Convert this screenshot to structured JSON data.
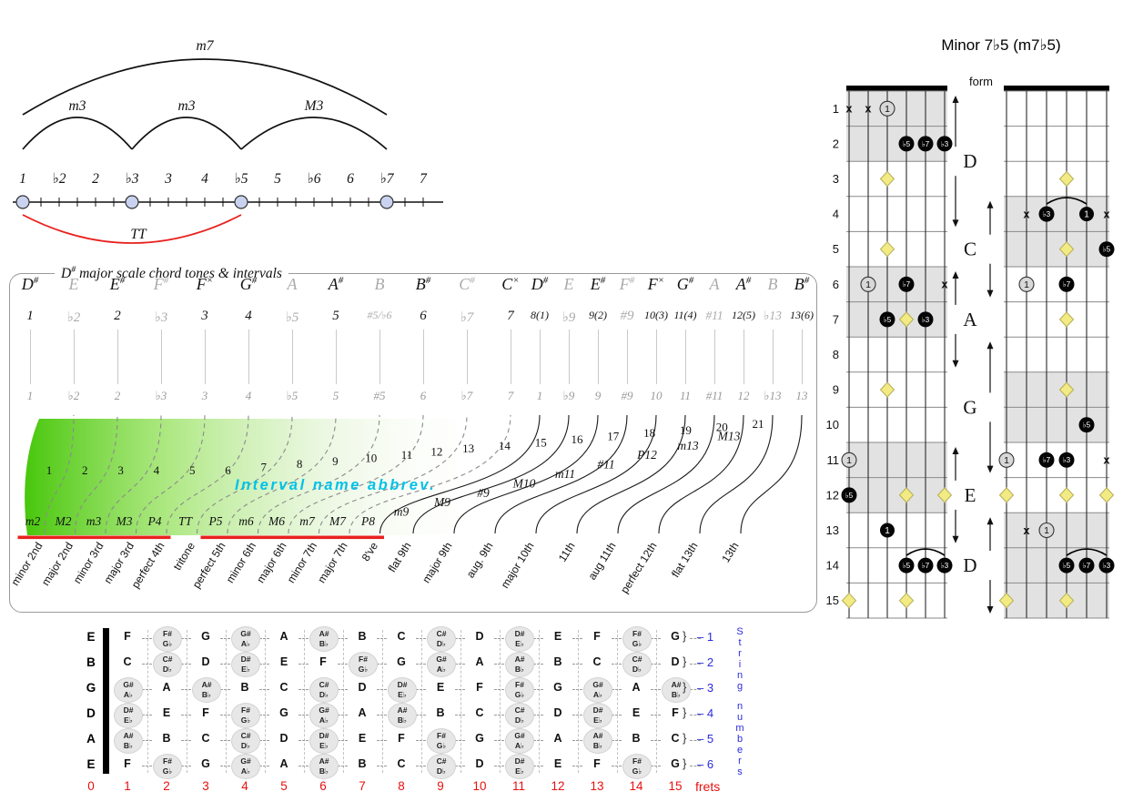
{
  "arc_diagram": {
    "degrees": [
      "1",
      "♭2",
      "2",
      "♭3",
      "3",
      "4",
      "♭5",
      "5",
      "♭6",
      "6",
      "♭7",
      "7"
    ],
    "chord_tones": [
      0,
      3,
      6,
      10
    ],
    "arcs": [
      {
        "label": "m7",
        "from": 0,
        "to": 10,
        "size": "large"
      },
      {
        "label": "m3",
        "from": 0,
        "to": 3,
        "size": "small"
      },
      {
        "label": "m3",
        "from": 3,
        "to": 6,
        "size": "small"
      },
      {
        "label": "M3",
        "from": 6,
        "to": 10,
        "size": "small"
      }
    ],
    "bottom_arc": {
      "label": "TT",
      "from": 0,
      "to": 6,
      "color": "#e8211d"
    }
  },
  "scale_box": {
    "title_note": "D",
    "title_acc": "#",
    "title_rest": " major scale chord tones & intervals",
    "caption": "Interval name abbrev.",
    "caption_color": "#00c2e8",
    "green_color": "#3fc400",
    "red_color": "#e8211d",
    "columns": [
      {
        "note": "D",
        "acc": "#",
        "gray": false,
        "degree": "1",
        "semitone": "1"
      },
      {
        "note": "E",
        "acc": "",
        "gray": true,
        "degree": "♭2",
        "semitone": "♭2"
      },
      {
        "note": "E",
        "acc": "#",
        "gray": false,
        "degree": "2",
        "semitone": "2"
      },
      {
        "note": "F",
        "acc": "#",
        "gray": true,
        "degree": "♭3",
        "semitone": "♭3"
      },
      {
        "note": "F",
        "acc": "x",
        "gray": false,
        "degree": "3",
        "semitone": "3"
      },
      {
        "note": "G",
        "acc": "#",
        "gray": false,
        "degree": "4",
        "semitone": "4"
      },
      {
        "note": "A",
        "acc": "",
        "gray": true,
        "degree": "♭5",
        "semitone": "♭5"
      },
      {
        "note": "A",
        "acc": "#",
        "gray": false,
        "degree": "5",
        "semitone": "5"
      },
      {
        "note": "B",
        "acc": "",
        "gray": true,
        "degree": "#5/♭6",
        "semitone": "#5"
      },
      {
        "note": "B",
        "acc": "#",
        "gray": false,
        "degree": "6",
        "semitone": "6"
      },
      {
        "note": "C",
        "acc": "#",
        "gray": true,
        "degree": "♭7",
        "semitone": "♭7"
      },
      {
        "note": "C",
        "acc": "x",
        "gray": false,
        "degree": "7",
        "semitone": "7"
      },
      {
        "note": "D",
        "acc": "#",
        "gray": false,
        "degree": "8(1)",
        "semitone": "1"
      },
      {
        "note": "E",
        "acc": "",
        "gray": true,
        "degree": "♭9",
        "semitone": "♭9"
      },
      {
        "note": "E",
        "acc": "#",
        "gray": false,
        "degree": "9(2)",
        "semitone": "9"
      },
      {
        "note": "F",
        "acc": "#",
        "gray": true,
        "degree": "#9",
        "semitone": "#9"
      },
      {
        "note": "F",
        "acc": "x",
        "gray": false,
        "degree": "10(3)",
        "semitone": "10"
      },
      {
        "note": "G",
        "acc": "#",
        "gray": false,
        "degree": "11(4)",
        "semitone": "11"
      },
      {
        "note": "A",
        "acc": "",
        "gray": true,
        "degree": "#11",
        "semitone": "#11"
      },
      {
        "note": "A",
        "acc": "#",
        "gray": false,
        "degree": "12(5)",
        "semitone": "12"
      },
      {
        "note": "B",
        "acc": "",
        "gray": true,
        "degree": "♭13",
        "semitone": "♭13"
      },
      {
        "note": "B",
        "acc": "#",
        "gray": false,
        "degree": "13(6)",
        "semitone": "13"
      }
    ],
    "intervals": [
      {
        "n": 1,
        "abbr": "m2",
        "name": "minor 2nd",
        "red": true
      },
      {
        "n": 2,
        "abbr": "M2",
        "name": "major 2nd",
        "red": true
      },
      {
        "n": 3,
        "abbr": "m3",
        "name": "minor 3rd",
        "red": true
      },
      {
        "n": 4,
        "abbr": "M3",
        "name": "major 3rd",
        "red": true
      },
      {
        "n": 5,
        "abbr": "P4",
        "name": "perfect 4th",
        "red": true
      },
      {
        "n": 6,
        "abbr": "TT",
        "name": "tritone",
        "red": false
      },
      {
        "n": 7,
        "abbr": "P5",
        "name": "perfect 5th",
        "red": true
      },
      {
        "n": 8,
        "abbr": "m6",
        "name": "minor 6th",
        "red": true
      },
      {
        "n": 9,
        "abbr": "M6",
        "name": "major 6th",
        "red": true
      },
      {
        "n": 10,
        "abbr": "m7",
        "name": "minor 7th",
        "red": true
      },
      {
        "n": 11,
        "abbr": "M7",
        "name": "major 7th",
        "red": true
      },
      {
        "n": 12,
        "abbr": "P8",
        "name": "8've",
        "red": true
      },
      {
        "n": 13,
        "abbr": "m9",
        "name": "flat 9th",
        "red": false
      },
      {
        "n": 14,
        "abbr": "M9",
        "name": "major 9th",
        "red": false
      },
      {
        "n": 15,
        "abbr": "#9",
        "name": "aug. 9th",
        "red": false
      },
      {
        "n": 16,
        "abbr": "M10",
        "name": "major 10th",
        "red": false
      },
      {
        "n": 17,
        "abbr": "m11",
        "name": "11th",
        "red": false
      },
      {
        "n": 18,
        "abbr": "#11",
        "name": "aug 11th",
        "red": false
      },
      {
        "n": 19,
        "abbr": "P12",
        "name": "perfect 12th",
        "red": false
      },
      {
        "n": 20,
        "abbr": "m13",
        "name": "flat 13th",
        "red": false
      },
      {
        "n": 21,
        "abbr": "M13",
        "name": "13th",
        "red": false
      }
    ]
  },
  "fretboard": {
    "frets_label": "frets",
    "string_numbers_label": "String numbers",
    "number_color": "#e81010",
    "string_color": "#2b2bdd",
    "fret_numbers": [
      "0",
      "1",
      "2",
      "3",
      "4",
      "5",
      "6",
      "7",
      "8",
      "9",
      "10",
      "11",
      "12",
      "13",
      "14",
      "15"
    ],
    "strings": [
      {
        "num": "1",
        "open": "E",
        "notes": [
          "F",
          "F#/G♭",
          "G",
          "G#/A♭",
          "A",
          "A#/B♭",
          "B",
          "C",
          "C#/D♭",
          "D",
          "D#/E♭",
          "E",
          "F",
          "F#/G♭",
          "G"
        ]
      },
      {
        "num": "2",
        "open": "B",
        "notes": [
          "C",
          "C#/D♭",
          "D",
          "D#/E♭",
          "E",
          "F",
          "F#/G♭",
          "G",
          "G#/A♭",
          "A",
          "A#/B♭",
          "B",
          "C",
          "C#/D♭",
          "D"
        ]
      },
      {
        "num": "3",
        "open": "G",
        "notes": [
          "G#/A♭",
          "A",
          "A#/B♭",
          "B",
          "C",
          "C#/D♭",
          "D",
          "D#/E♭",
          "E",
          "F",
          "F#/G♭",
          "G",
          "G#/A♭",
          "A",
          "A#/B♭"
        ]
      },
      {
        "num": "4",
        "open": "D",
        "notes": [
          "D#/E♭",
          "E",
          "F",
          "F#/G♭",
          "G",
          "G#/A♭",
          "A",
          "A#/B♭",
          "B",
          "C",
          "C#/D♭",
          "D",
          "D#/E♭",
          "E",
          "F"
        ]
      },
      {
        "num": "5",
        "open": "A",
        "notes": [
          "A#/B♭",
          "B",
          "C",
          "C#/D♭",
          "D",
          "D#/E♭",
          "E",
          "F",
          "F#/G♭",
          "G",
          "G#/A♭",
          "A",
          "A#/B♭",
          "B",
          "C"
        ]
      },
      {
        "num": "6",
        "open": "E",
        "notes": [
          "F",
          "F#/G♭",
          "G",
          "G#/A♭",
          "A",
          "A#/B♭",
          "B",
          "C",
          "C#/D♭",
          "D",
          "D#/E♭",
          "E",
          "F",
          "F#/G♭",
          "G"
        ]
      }
    ]
  },
  "chord_charts": {
    "title": "Minor 7♭5 (m7♭5)",
    "form_label": "form",
    "fret_labels": [
      "1",
      "2",
      "3",
      "4",
      "5",
      "6",
      "7",
      "8",
      "9",
      "10",
      "11",
      "12",
      "13",
      "14",
      "15"
    ],
    "forms": [
      {
        "letter": "D",
        "from": 1,
        "to": 4,
        "side": "left"
      },
      {
        "letter": "C",
        "from": 4,
        "to": 6,
        "side": "right"
      },
      {
        "letter": "A",
        "from": 6,
        "to": 8,
        "side": "left"
      },
      {
        "letter": "G",
        "from": 8,
        "to": 11,
        "side": "right"
      },
      {
        "letter": "E",
        "from": 11,
        "to": 13,
        "side": "left"
      },
      {
        "letter": "D",
        "from": 13,
        "to": 15,
        "side": "right"
      }
    ],
    "boards": [
      {
        "side": "left",
        "shaded": [
          1,
          2,
          6,
          7,
          11,
          12
        ],
        "markers": [
          {
            "fret": 1,
            "string": 1,
            "type": "mute",
            "label": "x"
          },
          {
            "fret": 1,
            "string": 2,
            "type": "mute",
            "label": "x"
          },
          {
            "fret": 1,
            "string": 3,
            "type": "root",
            "label": "1"
          },
          {
            "fret": 2,
            "string": 4,
            "type": "tone",
            "label": "♭5"
          },
          {
            "fret": 2,
            "string": 5,
            "type": "tone",
            "label": "♭7"
          },
          {
            "fret": 2,
            "string": 6,
            "type": "tone",
            "label": "♭3"
          },
          {
            "fret": 3,
            "string": 3,
            "type": "diamond"
          },
          {
            "fret": 5,
            "string": 3,
            "type": "diamond"
          },
          {
            "fret": 6,
            "string": 2,
            "type": "root",
            "label": "1"
          },
          {
            "fret": 6,
            "string": 4,
            "type": "tone",
            "label": "♭7"
          },
          {
            "fret": 6,
            "string": 6,
            "type": "mute",
            "label": "x"
          },
          {
            "fret": 7,
            "string": 3,
            "type": "tone",
            "label": "♭5"
          },
          {
            "fret": 7,
            "string": 4,
            "type": "diamond"
          },
          {
            "fret": 7,
            "string": 5,
            "type": "tone",
            "label": "♭3"
          },
          {
            "fret": 9,
            "string": 3,
            "type": "diamond"
          },
          {
            "fret": 11,
            "string": 1,
            "type": "root",
            "label": "1"
          },
          {
            "fret": 12,
            "string": 1,
            "type": "tone",
            "label": "♭5"
          },
          {
            "fret": 12,
            "string": 4,
            "type": "diamond"
          },
          {
            "fret": 12,
            "string": 6,
            "type": "diamond"
          },
          {
            "fret": 13,
            "string": 3,
            "type": "root-black",
            "label": "1"
          },
          {
            "fret": 14,
            "string": 4,
            "type": "tone",
            "label": "♭5"
          },
          {
            "fret": 14,
            "string": 5,
            "type": "tone",
            "label": "♭7"
          },
          {
            "fret": 14,
            "string": 6,
            "type": "tone",
            "label": "♭3"
          },
          {
            "fret": 15,
            "string": 1,
            "type": "diamond"
          },
          {
            "fret": 15,
            "string": 4,
            "type": "diamond"
          }
        ],
        "ties": [
          {
            "fret": 14,
            "from": 4,
            "to": 6
          }
        ]
      },
      {
        "side": "right",
        "shaded": [
          4,
          5,
          9,
          10,
          13,
          14,
          15
        ],
        "markers": [
          {
            "fret": 3,
            "string": 4,
            "type": "diamond"
          },
          {
            "fret": 4,
            "string": 2,
            "type": "mute",
            "label": "x"
          },
          {
            "fret": 4,
            "string": 3,
            "type": "tone",
            "label": "♭3"
          },
          {
            "fret": 4,
            "string": 5,
            "type": "root-black",
            "label": "1"
          },
          {
            "fret": 4,
            "string": 6,
            "type": "mute",
            "label": "x"
          },
          {
            "fret": 5,
            "string": 4,
            "type": "diamond"
          },
          {
            "fret": 5,
            "string": 6,
            "type": "tone",
            "label": "♭5"
          },
          {
            "fret": 6,
            "string": 2,
            "type": "root",
            "label": "1"
          },
          {
            "fret": 6,
            "string": 4,
            "type": "tone",
            "label": "♭7"
          },
          {
            "fret": 7,
            "string": 4,
            "type": "diamond"
          },
          {
            "fret": 9,
            "string": 4,
            "type": "diamond"
          },
          {
            "fret": 10,
            "string": 5,
            "type": "tone",
            "label": "♭5"
          },
          {
            "fret": 11,
            "string": 1,
            "type": "root",
            "label": "1"
          },
          {
            "fret": 11,
            "string": 3,
            "type": "tone",
            "label": "♭7"
          },
          {
            "fret": 11,
            "string": 4,
            "type": "tone",
            "label": "♭3"
          },
          {
            "fret": 11,
            "string": 6,
            "type": "mute",
            "label": "x"
          },
          {
            "fret": 12,
            "string": 1,
            "type": "diamond"
          },
          {
            "fret": 12,
            "string": 4,
            "type": "diamond"
          },
          {
            "fret": 12,
            "string": 6,
            "type": "diamond"
          },
          {
            "fret": 13,
            "string": 2,
            "type": "mute",
            "label": "x"
          },
          {
            "fret": 13,
            "string": 3,
            "type": "root",
            "label": "1"
          },
          {
            "fret": 14,
            "string": 4,
            "type": "tone",
            "label": "♭5"
          },
          {
            "fret": 14,
            "string": 5,
            "type": "tone",
            "label": "♭7"
          },
          {
            "fret": 14,
            "string": 6,
            "type": "tone",
            "label": "♭3"
          },
          {
            "fret": 15,
            "string": 1,
            "type": "diamond"
          },
          {
            "fret": 15,
            "string": 4,
            "type": "diamond"
          }
        ],
        "ties": [
          {
            "fret": 4,
            "from": 3,
            "to": 5
          },
          {
            "fret": 14,
            "from": 4,
            "to": 6
          }
        ]
      }
    ]
  }
}
